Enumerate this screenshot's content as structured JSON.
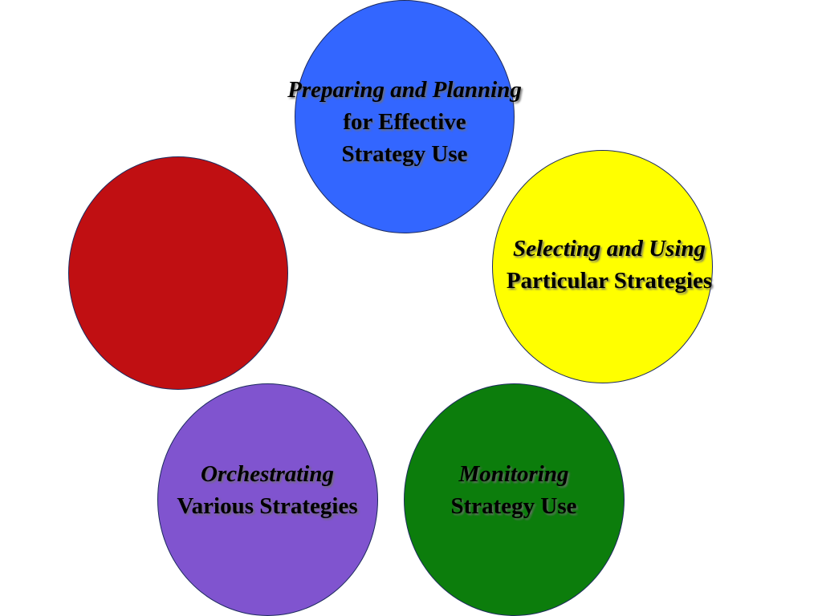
{
  "colors": {
    "blue": "#3366ff",
    "yellow": "#ffff00",
    "red": "#c00f12",
    "purple": "#8054cf",
    "green": "#0c7d0c",
    "outline": "#1c2a5e"
  },
  "nodes": {
    "preparing": {
      "line1": "Preparing and Planning",
      "line2": "for Effective",
      "line3": "Strategy Use"
    },
    "selecting": {
      "line1": "Selecting and Using",
      "line2": "Particular Strategies"
    },
    "orchestrating": {
      "line1": "Orchestrating",
      "line2": "Various Strategies"
    },
    "monitoring": {
      "line1": "Monitoring",
      "line2": "Strategy Use"
    }
  }
}
